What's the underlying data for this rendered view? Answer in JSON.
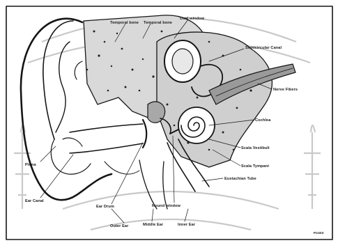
{
  "diagram": {
    "labels": {
      "temporal_bone_1": "Temporal bone",
      "temporal_bone_2": "Temporal bone",
      "oval_window": "Oval window",
      "semicircular_canal": "Semicircular Canal",
      "nerve_fibers": "Nerve Fibers",
      "cochlea": "Cochlea",
      "scala_vestibuli": "Scala Vestibuli",
      "scala_tympani": "Scala Tympani",
      "eustachian_tube": "Eustachian Tube",
      "pinna": "Pinna",
      "ear_canal": "Ear Canal",
      "ear_drum": "Ear Drum",
      "round_window": "Round window",
      "outer_ear": "Outer Ear",
      "middle_ear": "Middle Ear",
      "inner_ear": "Inner Ear",
      "figure_code": "P2403"
    },
    "icons": [
      "ear-anatomy-illustration",
      "watermark-seal"
    ]
  }
}
